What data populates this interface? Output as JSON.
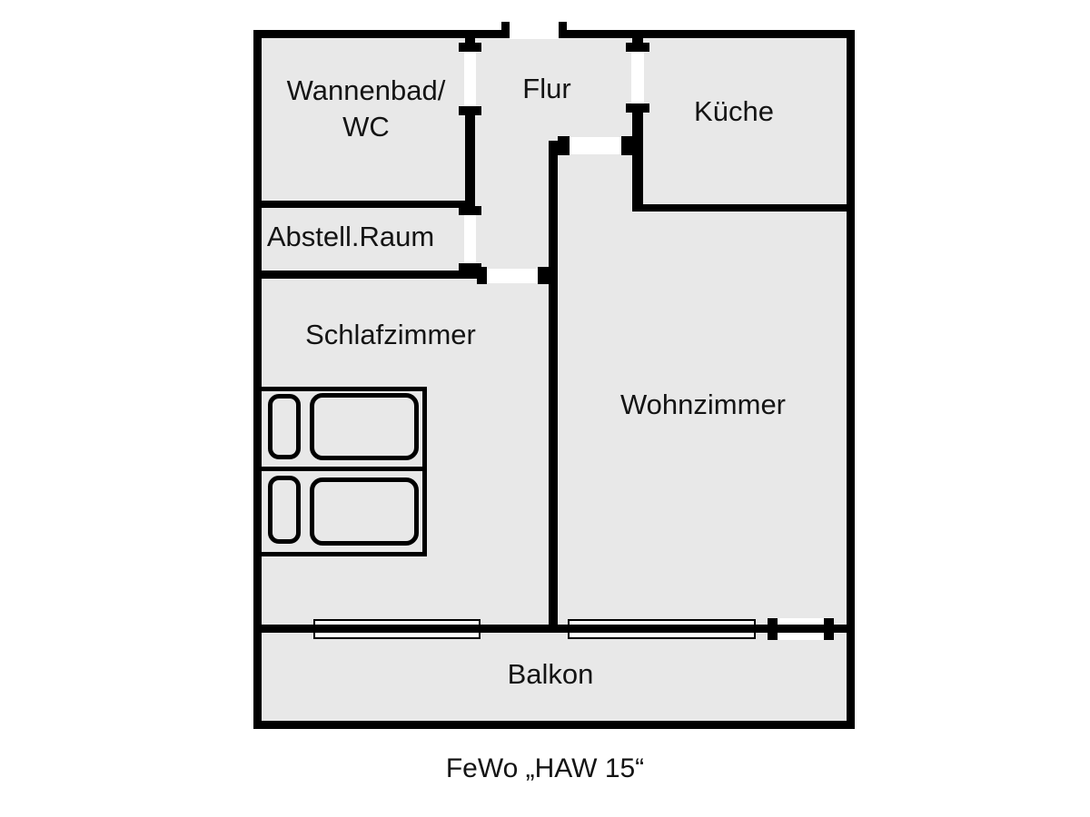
{
  "caption": "FeWo „HAW 15“",
  "colors": {
    "wall": "#000000",
    "floor": "#e8e8e8",
    "background": "#ffffff",
    "text": "#141414"
  },
  "rooms": {
    "bathroom": {
      "label_line1": "Wannenbad/",
      "label_line2": "WC"
    },
    "hallway": {
      "label": "Flur"
    },
    "kitchen": {
      "label": "Küche"
    },
    "storage": {
      "label": "Abstell.Raum"
    },
    "bedroom": {
      "label": "Schlafzimmer"
    },
    "living": {
      "label": "Wohnzimmer"
    },
    "balcony": {
      "label": "Balkon"
    }
  }
}
